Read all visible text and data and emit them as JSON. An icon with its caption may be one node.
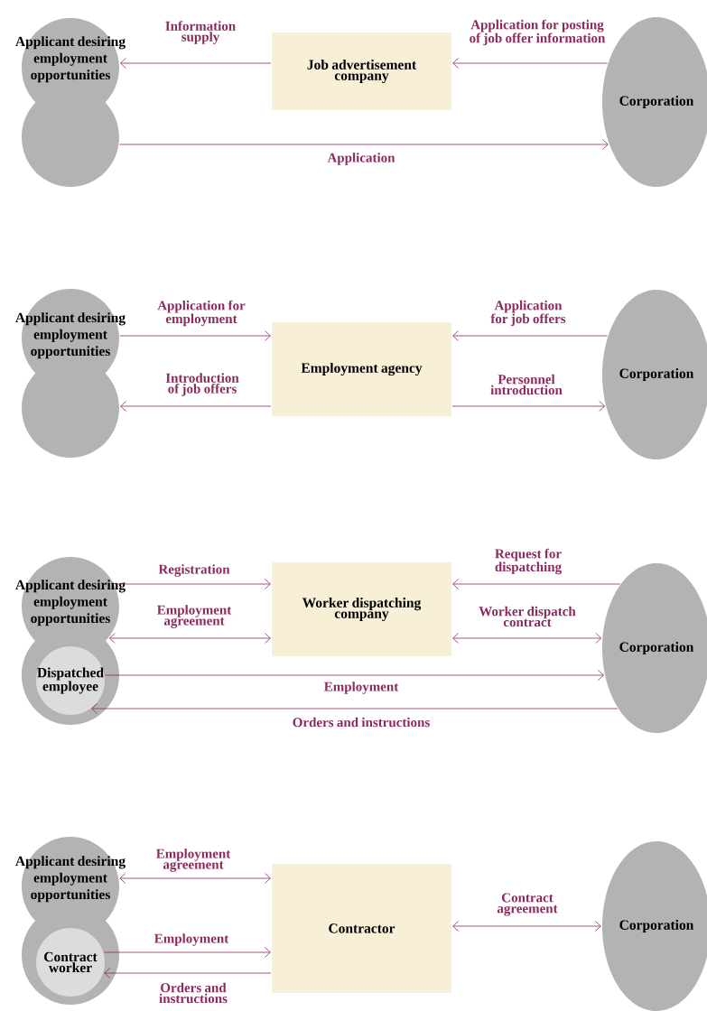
{
  "diagram": {
    "nodes": [
      {
        "text": [
          "Applicant desiring employment opportunities"
        ]
      },
      {
        "text": [
          "Job advertisement company"
        ]
      },
      {
        "text": [
          "Corporation"
        ]
      },
      {
        "text": [
          "Applicant desiring employment opportunities"
        ]
      },
      {
        "text": [
          "Employment agency"
        ]
      },
      {
        "text": [
          "Corporation"
        ]
      },
      {
        "text": [
          "Applicant desiring employment opportunities"
        ]
      },
      {
        "text": [
          "Dispatched employee"
        ],
        "in": 6
      },
      {
        "text": [
          "Worker dispatching company"
        ]
      },
      {
        "text": [
          "Corporation"
        ]
      },
      {
        "text": [
          "Applicant desiring employment opportunities"
        ]
      },
      {
        "text": [
          "Contract worker"
        ],
        "in": 10
      },
      {
        "text": [
          "Contractor"
        ]
      },
      {
        "text": [
          "Corporation"
        ]
      }
    ],
    "edges": [
      {
        "from": 1,
        "to": 0,
        "arrow": "to",
        "label": "Information supply"
      },
      {
        "from": 2,
        "to": 1,
        "arrow": "to",
        "label": "Application for posting of job offer information"
      },
      {
        "from": 0,
        "to": 2,
        "arrow": "to",
        "label": "Application"
      },
      {
        "from": 3,
        "to": 4,
        "arrow": "to",
        "label": "Application for employment"
      },
      {
        "from": 5,
        "to": 4,
        "arrow": "to",
        "label": "Application for job offers"
      },
      {
        "from": 4,
        "to": 3,
        "arrow": "to",
        "label": "Introduction of job offers"
      },
      {
        "from": 4,
        "to": 5,
        "arrow": "to",
        "label": "Personnel introduction"
      },
      {
        "from": 6,
        "to": 8,
        "arrow": "to",
        "label": "Registration"
      },
      {
        "from": 9,
        "to": 8,
        "arrow": "to",
        "label": "Request for dispatching"
      },
      {
        "from": 6,
        "to": 8,
        "arrow": "both",
        "label": "Employment agreement"
      },
      {
        "from": 8,
        "to": 9,
        "arrow": "both",
        "label": "Worker dispatch contract"
      },
      {
        "from": 7,
        "to": 9,
        "arrow": "to",
        "label": "Employment"
      },
      {
        "from": 9,
        "to": 7,
        "arrow": "to",
        "label": "Orders and instructions"
      },
      {
        "from": 10,
        "to": 12,
        "arrow": "both",
        "label": "Employment agreement"
      },
      {
        "from": 12,
        "to": 13,
        "arrow": "both",
        "label": "Contract agreement"
      },
      {
        "from": 11,
        "to": 12,
        "arrow": "to",
        "label": "Employment"
      },
      {
        "from": 12,
        "to": 11,
        "arrow": "to",
        "label": "Orders and instructions"
      }
    ]
  }
}
